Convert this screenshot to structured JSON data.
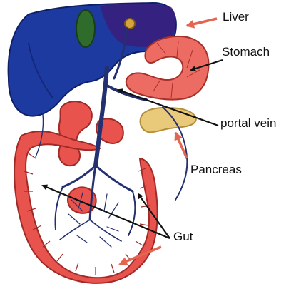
{
  "labels": {
    "liver": "Liver",
    "stomach": "Stomach",
    "portal_vein": "portal vein",
    "pancreas": "Pancreas",
    "gut": "Gut"
  },
  "colors": {
    "liver": "#1d3aa0",
    "liver_dark": "#3a1f7a",
    "gallbladder": "#2f6b2a",
    "stomach": "#ec6b63",
    "intestine": "#e8534e",
    "pancreas": "#e9c97a",
    "vessel": "#24306f",
    "red_arrow": "#e36650",
    "black_arrow": "#111111"
  }
}
